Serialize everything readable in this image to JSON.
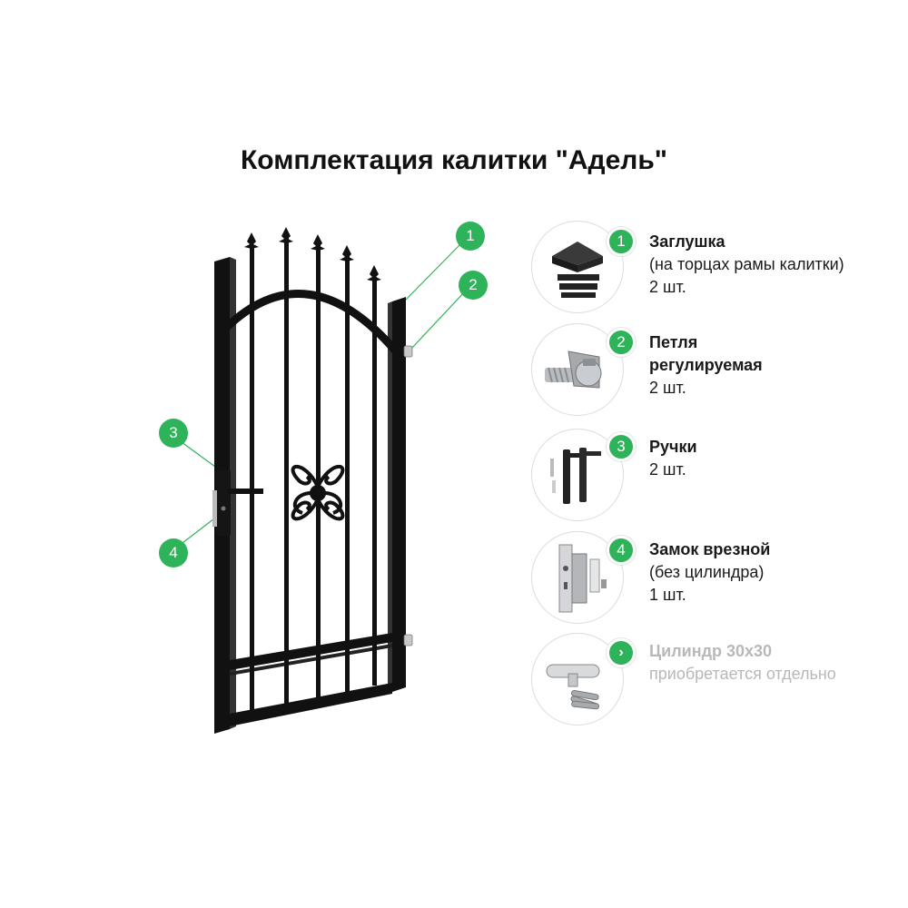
{
  "title": "Комплектация калитки \"Адель\"",
  "accent_color": "#2fb35a",
  "callouts": [
    "1",
    "2",
    "3",
    "4"
  ],
  "items": [
    {
      "number": "1",
      "name": "Заглушка",
      "desc": "(на торцах рамы калитки)",
      "qty": "2 шт."
    },
    {
      "number": "2",
      "name_line1": "Петля",
      "name_line2": "регулируемая",
      "qty": "2 шт."
    },
    {
      "number": "3",
      "name": "Ручки",
      "qty": "2 шт."
    },
    {
      "number": "4",
      "name": "Замок врезной",
      "desc": "(без цилиндра)",
      "qty": "1 шт."
    },
    {
      "icon": "chevron-right-icon",
      "name": "Цилиндр 30х30",
      "desc": "приобретается отдельно"
    }
  ]
}
